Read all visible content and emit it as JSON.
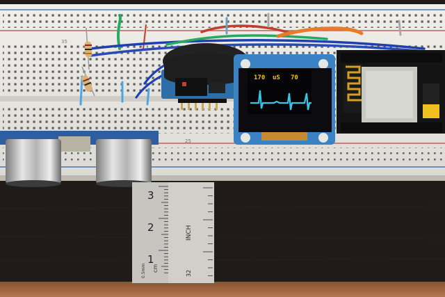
{
  "oled": {
    "readout_left": "170",
    "readout_unit": "uS",
    "readout_right": "70",
    "text_color": "#f5c400",
    "wave_color": "#35c6e8"
  },
  "ruler": {
    "major_labels": [
      "3",
      "2",
      "1"
    ],
    "cm_label": "cm",
    "mm_label": "0.5mm",
    "inch_label": "INCH",
    "small_number": "32"
  },
  "breadboard": {
    "row_numbers": [
      "35",
      "25"
    ]
  },
  "colors": {
    "board": "#e8e7e2",
    "rail_blue": "#4a78b8",
    "rail_red": "#c06060",
    "wire_blue": "#2040b0",
    "wire_green": "#28a860",
    "wire_red": "#c04030",
    "wire_orange": "#e87a28"
  }
}
